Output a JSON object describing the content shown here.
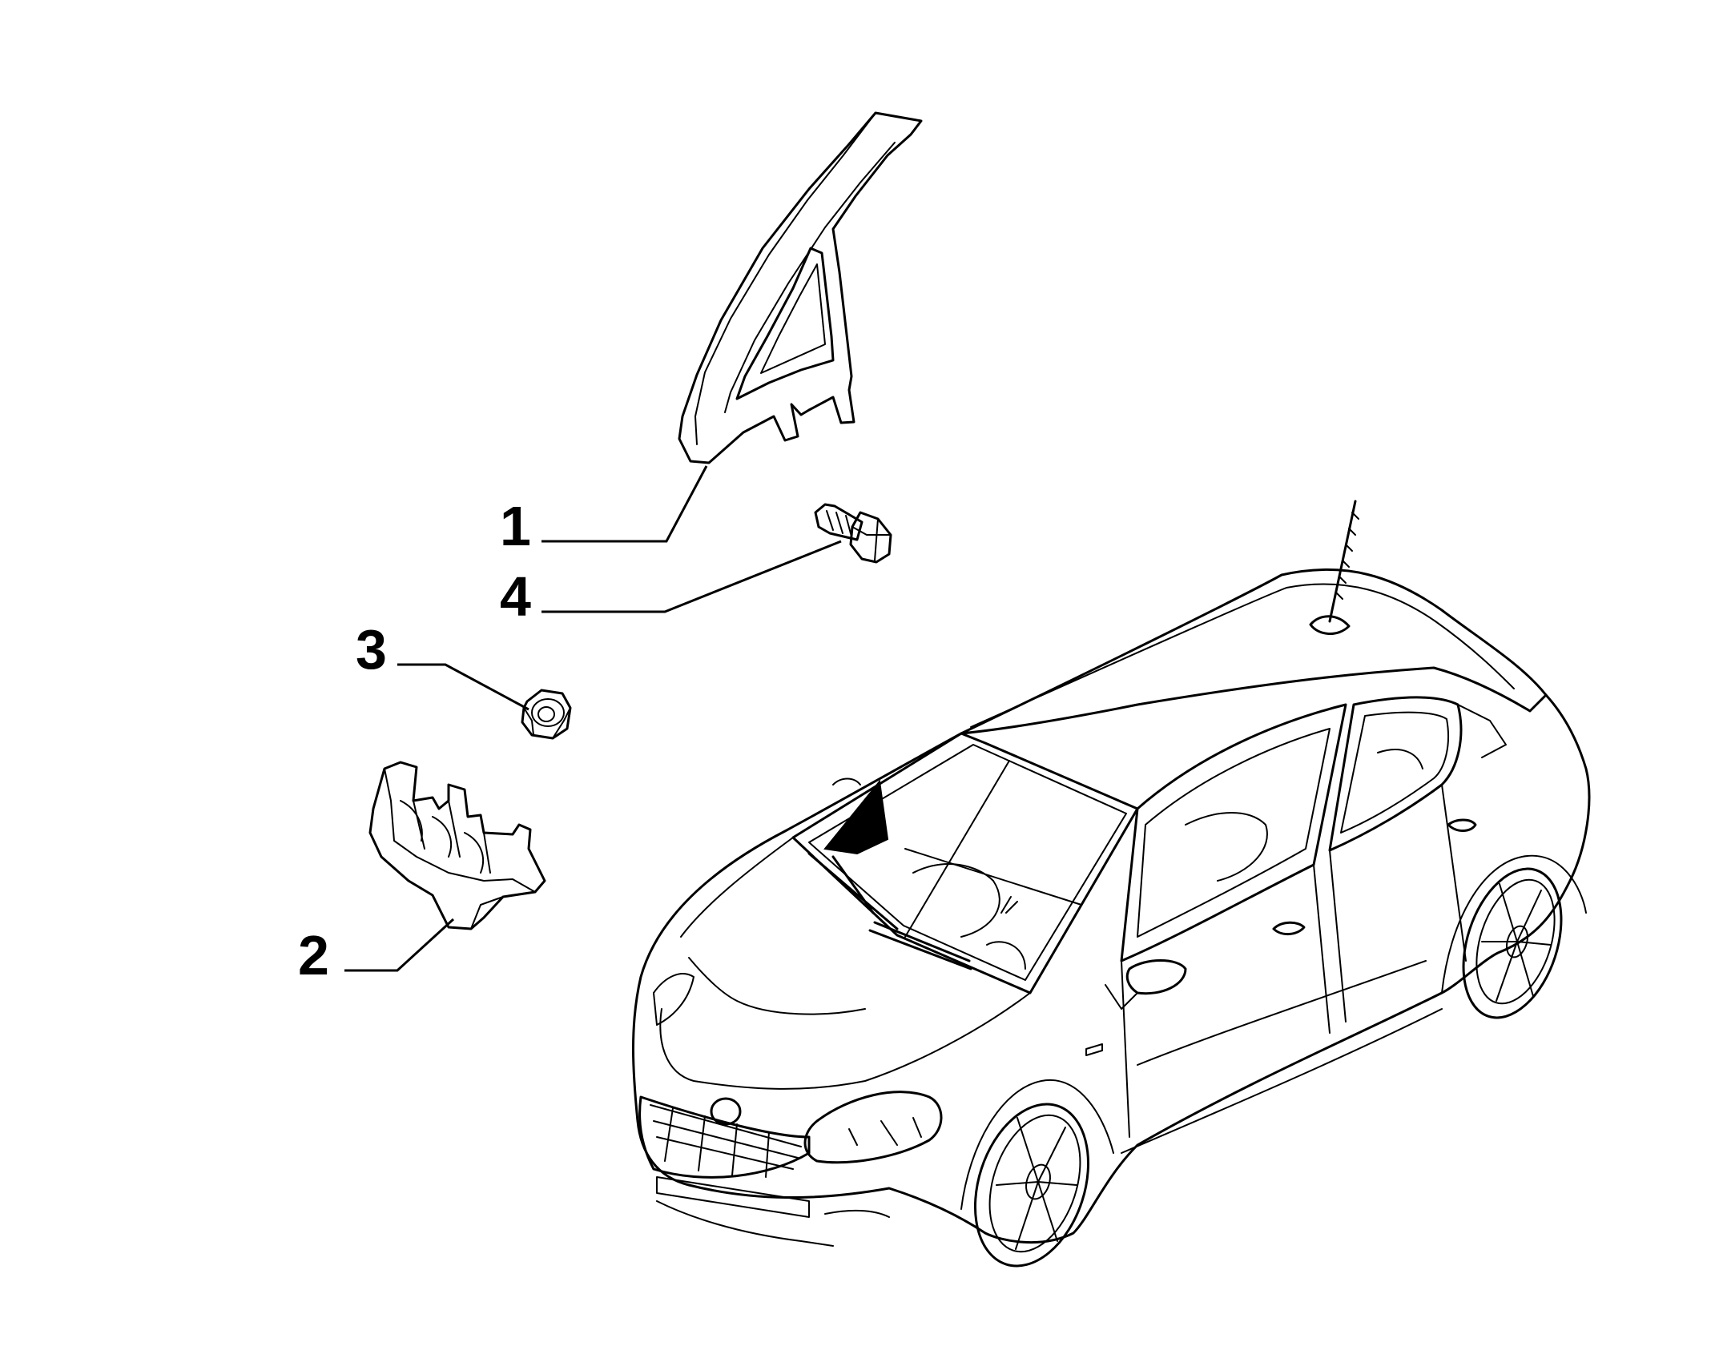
{
  "callouts": [
    {
      "id": "1",
      "label": "1",
      "part": "a-pillar-trim-panel"
    },
    {
      "id": "2",
      "label": "2",
      "part": "retaining-clip"
    },
    {
      "id": "3",
      "label": "3",
      "part": "hex-nut"
    },
    {
      "id": "4",
      "label": "4",
      "part": "hex-bolt"
    }
  ],
  "colors": {
    "line": "#000000",
    "background": "#ffffff"
  }
}
